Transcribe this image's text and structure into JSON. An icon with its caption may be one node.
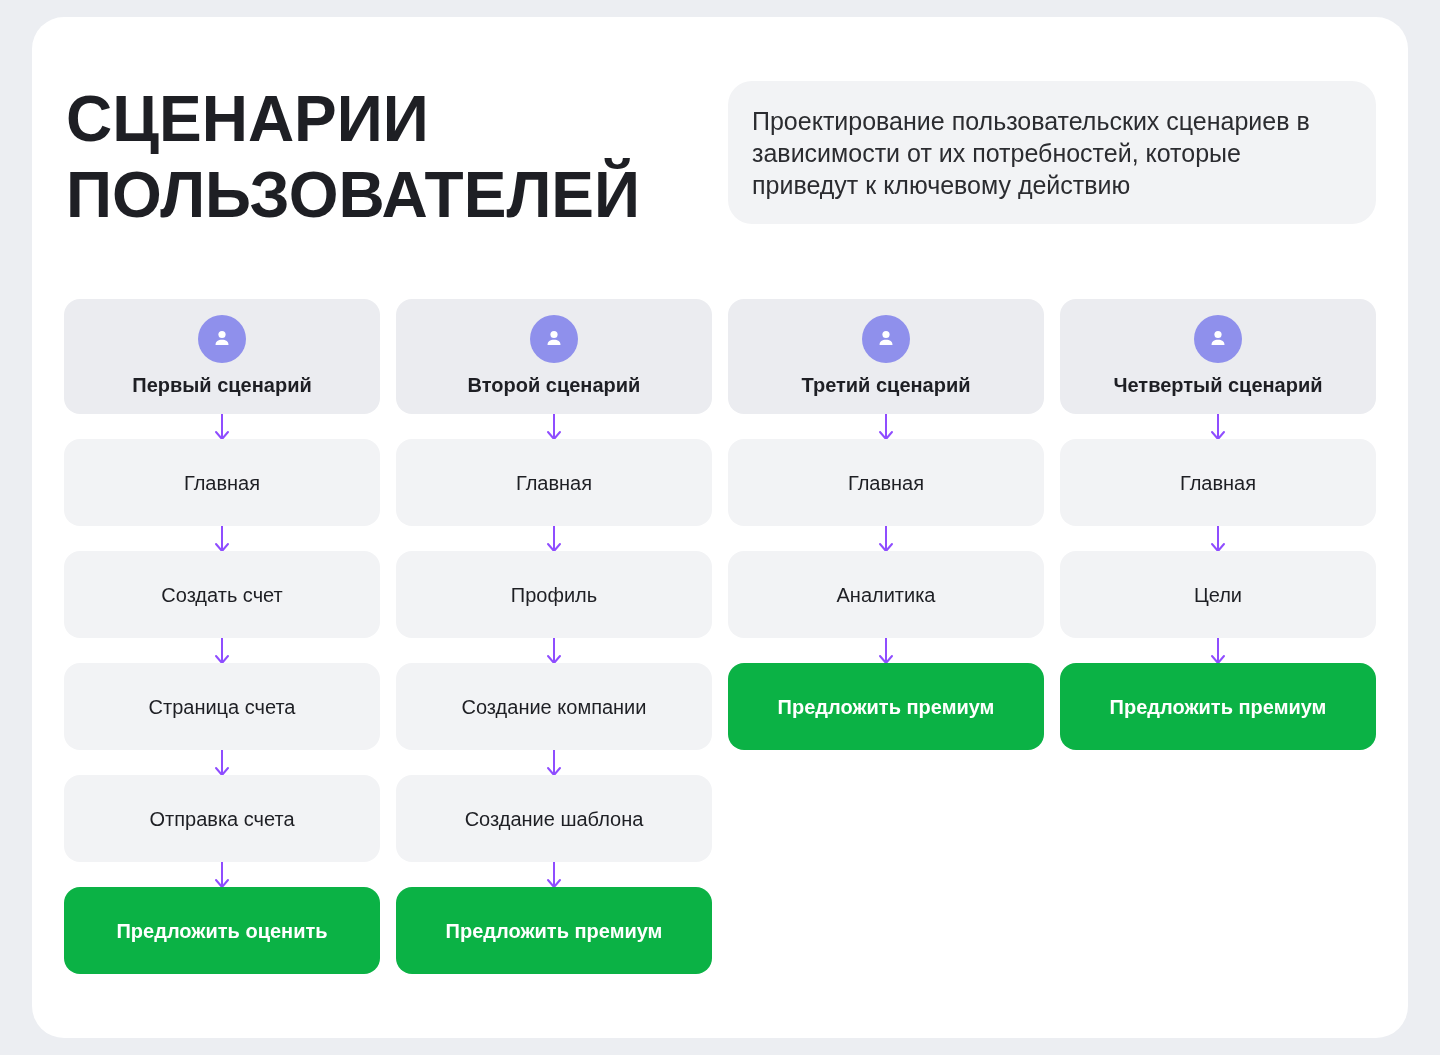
{
  "diagram": {
    "title": "СЦЕНАРИИ ПОЛЬЗОВАТЕЛЕЙ",
    "nodes": [
      {
        "text": [
          "Проектирование пользовательских сценариев в зависимости от их потребностей, которые приведут к ключевому действию"
        ]
      },
      {
        "text": [
          "Первый сценарий"
        ]
      },
      {
        "text": [
          "Главная"
        ]
      },
      {
        "text": [
          "Создать счет"
        ]
      },
      {
        "text": [
          "Страница счета"
        ]
      },
      {
        "text": [
          "Отправка счета"
        ]
      },
      {
        "text": [
          "Предложить оценить"
        ]
      },
      {
        "text": [
          "Второй сценарий"
        ]
      },
      {
        "text": [
          "Главная"
        ]
      },
      {
        "text": [
          "Профиль"
        ]
      },
      {
        "text": [
          "Создание компании"
        ]
      },
      {
        "text": [
          "Создание шаблона"
        ]
      },
      {
        "text": [
          "Предложить премиум"
        ]
      },
      {
        "text": [
          "Третий сценарий"
        ]
      },
      {
        "text": [
          "Главная"
        ]
      },
      {
        "text": [
          "Аналитика"
        ]
      },
      {
        "text": [
          "Предложить премиум"
        ]
      },
      {
        "text": [
          "Четвертый сценарий"
        ]
      },
      {
        "text": [
          "Главная"
        ]
      },
      {
        "text": [
          "Цели"
        ]
      },
      {
        "text": [
          "Предложить премиум"
        ]
      }
    ],
    "edges": [
      {
        "from": 1,
        "to": 2,
        "arrow": "to"
      },
      {
        "from": 2,
        "to": 3,
        "arrow": "to"
      },
      {
        "from": 3,
        "to": 4,
        "arrow": "to"
      },
      {
        "from": 4,
        "to": 5,
        "arrow": "to"
      },
      {
        "from": 5,
        "to": 6,
        "arrow": "to"
      },
      {
        "from": 7,
        "to": 8,
        "arrow": "to"
      },
      {
        "from": 8,
        "to": 9,
        "arrow": "to"
      },
      {
        "from": 9,
        "to": 10,
        "arrow": "to"
      },
      {
        "from": 10,
        "to": 11,
        "arrow": "to"
      },
      {
        "from": 11,
        "to": 12,
        "arrow": "to"
      },
      {
        "from": 13,
        "to": 14,
        "arrow": "to"
      },
      {
        "from": 14,
        "to": 15,
        "arrow": "to"
      },
      {
        "from": 15,
        "to": 16,
        "arrow": "to"
      },
      {
        "from": 17,
        "to": 18,
        "arrow": "to"
      },
      {
        "from": 18,
        "to": 19,
        "arrow": "to"
      },
      {
        "from": 19,
        "to": 20,
        "arrow": "to"
      }
    ]
  }
}
